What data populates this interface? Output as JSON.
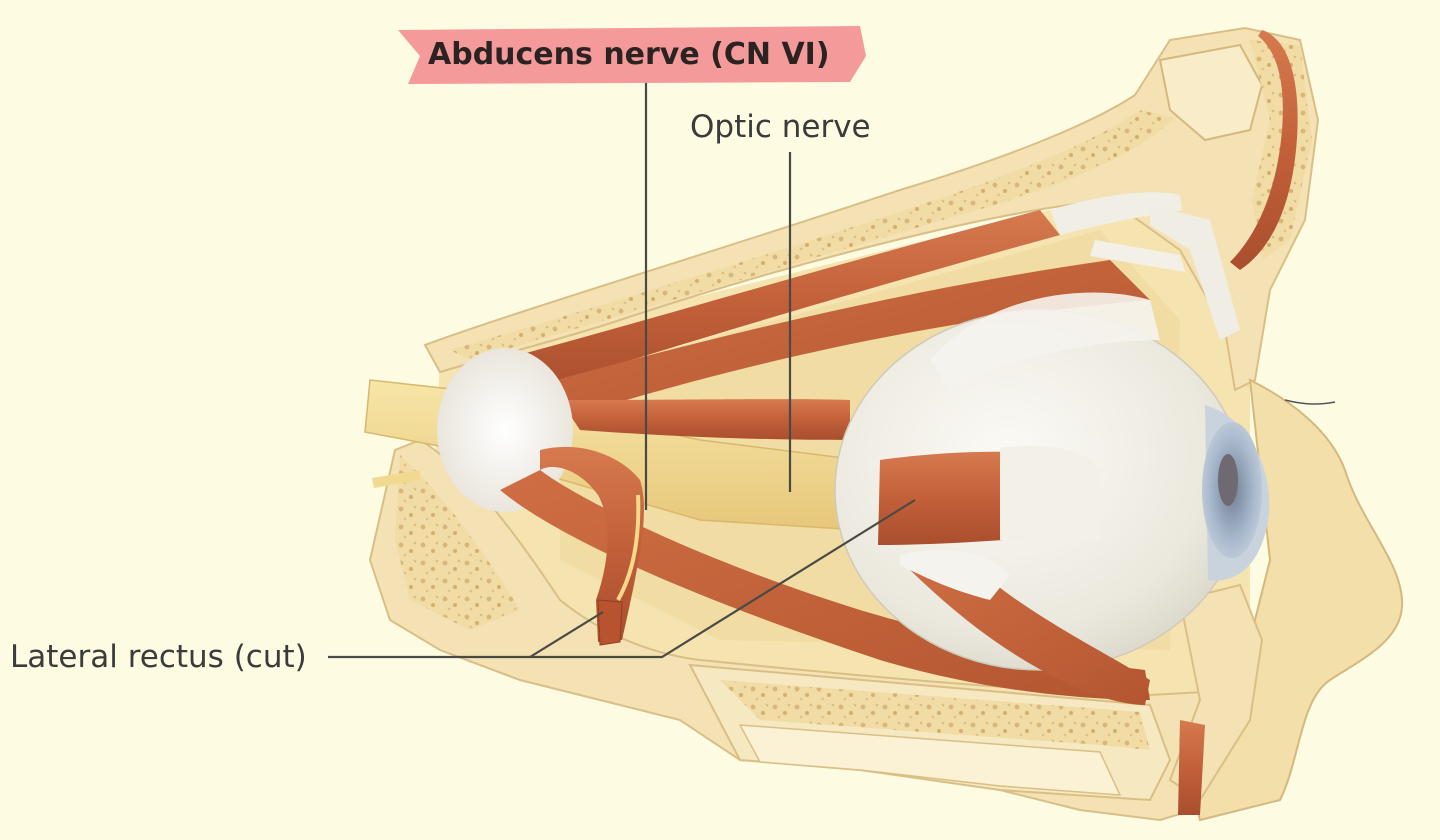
{
  "labels": {
    "abducens": "Abducens nerve (CN VI)",
    "optic": "Optic nerve",
    "lateral_rectus": "Lateral rectus (cut)"
  },
  "colors": {
    "background": "#fefbe3",
    "highlight": "#f59a9a",
    "bone": "#f4e2b4",
    "muscle": "#c9673f",
    "tendon": "#f2f0ea",
    "globe": "#eceae2",
    "iris": "#a9b9cd",
    "nerve": "#f1d990",
    "leader": "#4a4a44"
  }
}
